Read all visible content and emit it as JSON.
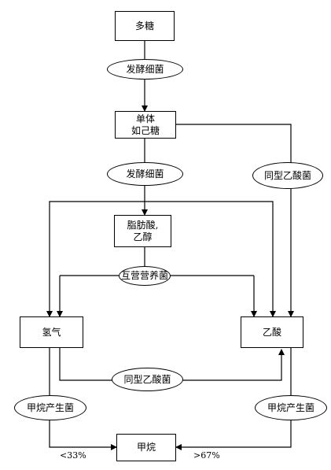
{
  "nodes": {
    "polysaccharide": "多糖",
    "monomer_line1": "单体",
    "monomer_line2": "如己糖",
    "fatty_acid_line1": "脂肪酸,",
    "fatty_acid_line2": "乙醇",
    "hydrogen": "氢气",
    "acetic_acid": "乙酸",
    "methane": "甲烷"
  },
  "microbes": {
    "fermenting_bacteria_1": "发酵细菌",
    "fermenting_bacteria_2": "发酵细菌",
    "homoacetogen_right": "同型乙酸菌",
    "syntrophic_bacteria": "互营营养菌",
    "homoacetogen_bottom": "同型乙酸菌",
    "methanogen_left": "甲烷产生菌",
    "methanogen_right": "甲烷产生菌"
  },
  "percentages": {
    "hydrogen_pathway": "<33%",
    "acetate_pathway": ">67%"
  }
}
